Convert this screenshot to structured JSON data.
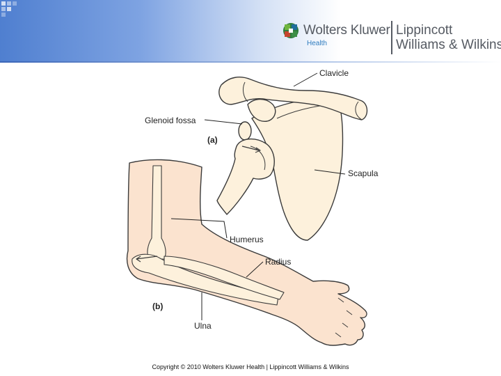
{
  "header": {
    "publisher": "Wolters Kluwer",
    "division": "Health",
    "imprint_line1": "Lippincott",
    "imprint_line2": "Williams & Wilkins"
  },
  "figure": {
    "panel_a": "(a)",
    "panel_b": "(b)",
    "labels": {
      "clavicle": "Clavicle",
      "glenoid_fossa": "Glenoid fossa",
      "scapula": "Scapula",
      "humerus": "Humerus",
      "radius": "Radius",
      "ulna": "Ulna"
    }
  },
  "footer": {
    "copyright": "Copyright © 2010 Wolters Kluwer Health | Lippincott Williams & Wilkins"
  },
  "colors": {
    "header_blue": "#4f7fd0",
    "skin": "#fbe3cf",
    "bone": "#fdf1dc",
    "outline": "#3a3a3a"
  }
}
